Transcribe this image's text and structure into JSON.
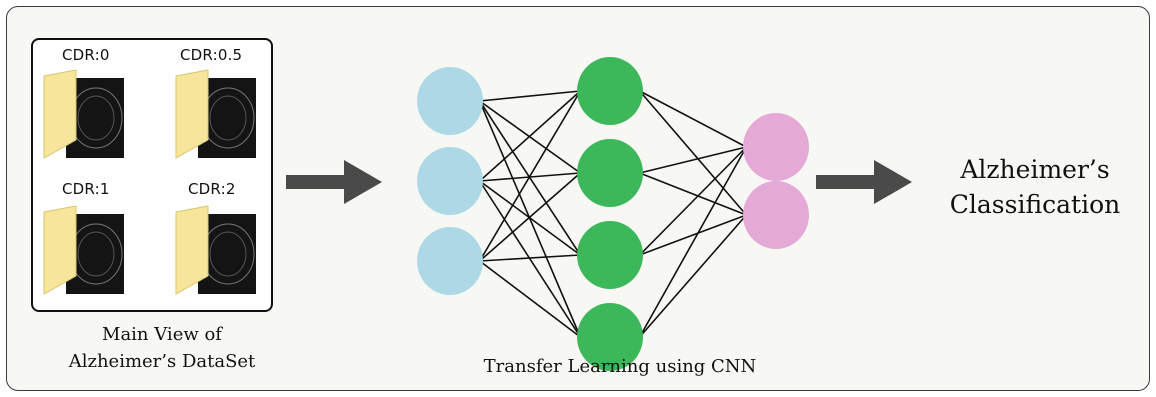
{
  "dataset": {
    "cells": [
      {
        "label": "CDR:0"
      },
      {
        "label": "CDR:0.5"
      },
      {
        "label": "CDR:1"
      },
      {
        "label": "CDR:2"
      }
    ],
    "caption_line1": "Main View of",
    "caption_line2": "Alzheimer’s DataSet"
  },
  "network": {
    "caption": "Transfer Learning using CNN",
    "layers": [
      {
        "nodes": 3,
        "color": "#add8e6"
      },
      {
        "nodes": 4,
        "color": "#3cb85a"
      },
      {
        "nodes": 2,
        "color": "#e4a9d6"
      }
    ]
  },
  "output": {
    "line1": "Alzheimer’s",
    "line2": "Classification"
  },
  "colors": {
    "arrow": "#4a4a4a",
    "folder": "#f6e59a",
    "scan_bg": "#141414"
  }
}
